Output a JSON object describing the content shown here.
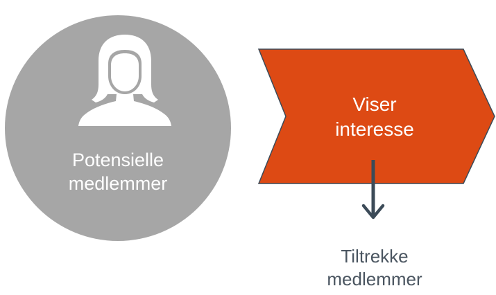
{
  "circle": {
    "line1": "Potensielle",
    "line2": "medlemmer",
    "icon": "person-icon",
    "fill": "#a6a6a6"
  },
  "chevron": {
    "line1": "Viser",
    "line2": "interesse",
    "fill": "#dd4a14",
    "stroke": "#3c4b58"
  },
  "outcome": {
    "line1": "Tiltrekke",
    "line2": "medlemmer",
    "text_color": "#4a5560"
  },
  "arrow": {
    "icon": "arrow-down-icon",
    "color": "#3c4b58"
  }
}
